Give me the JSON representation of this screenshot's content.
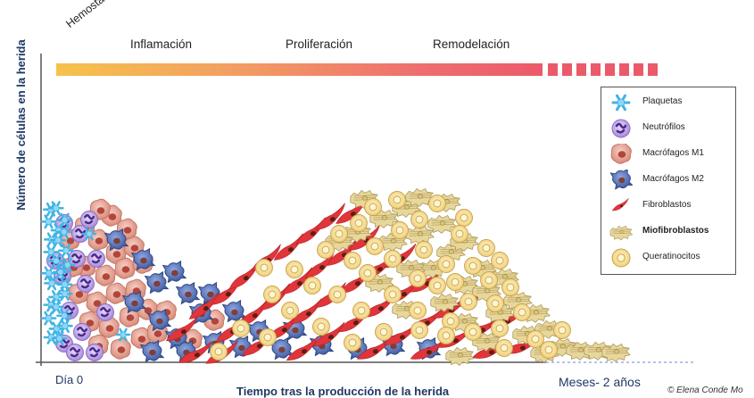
{
  "diagram": {
    "y_axis_label": "Número de células en la herida",
    "x_axis_title": "Tiempo  tras la producción de la herida",
    "x_start_label": "Día 0",
    "x_end_label": "Meses- 2 años",
    "copyright": "© Elena Conde Mo",
    "phases": [
      "Hemostasia",
      "Inflamación",
      "Proliferación",
      "Remodelación"
    ],
    "gradient_colors": [
      "#f6c24a",
      "#f2a062",
      "#ee6e6e",
      "#eb5a6a"
    ]
  },
  "legend": [
    {
      "icon": "platelet-icon",
      "label": "Plaquetas",
      "bold": false,
      "color": "#3fb4e6"
    },
    {
      "icon": "neutrophil-icon",
      "label": "Neutrófilos",
      "bold": false,
      "color": "#9b6fd1"
    },
    {
      "icon": "macrophage-m1-icon",
      "label": "Macrófagos M1",
      "bold": false,
      "color": "#e8a797"
    },
    {
      "icon": "macrophage-m2-icon",
      "label": "Macrófagos M2",
      "bold": false,
      "color": "#4f6fbf"
    },
    {
      "icon": "fibroblast-icon",
      "label": "Fibroblastos",
      "bold": false,
      "color": "#e0353a"
    },
    {
      "icon": "myofibroblast-icon",
      "label": "Miofibroblastos",
      "bold": true,
      "color": "#e3cf8a"
    },
    {
      "icon": "keratinocyte-icon",
      "label": "Queratinocitos",
      "bold": false,
      "color": "#f3d98a"
    }
  ]
}
